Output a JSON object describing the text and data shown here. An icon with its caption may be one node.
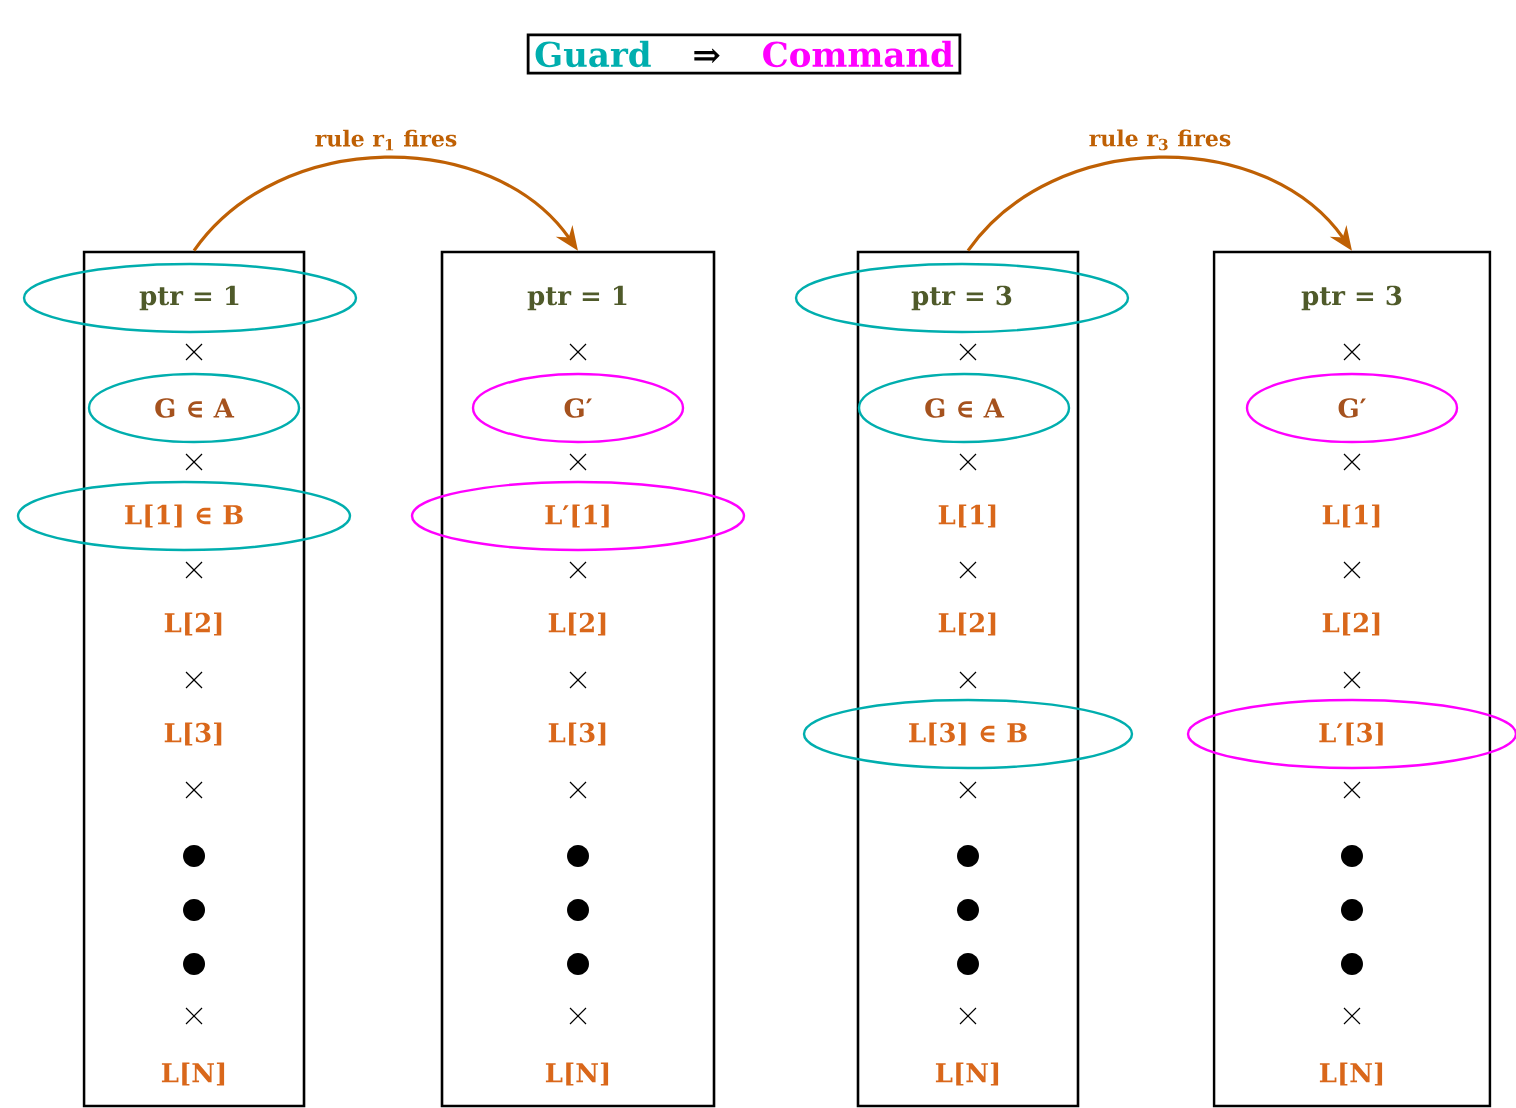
{
  "diagram": {
    "nodes": [
      {
        "text": [
          "Guard",
          "⇒",
          "Command"
        ]
      },
      {
        "text": [
          "L[2]",
          "L[3]",
          "L[N]"
        ]
      },
      {
        "text": [
          "ptr = 1"
        ]
      },
      {
        "text": [
          "G ∈ A"
        ],
        "in": 1
      },
      {
        "text": [
          "L[1] ∈ B"
        ]
      },
      {
        "text": [
          "ptr = 1",
          "L[2]",
          "L[3]",
          "L[N]"
        ]
      },
      {
        "text": [
          "G′"
        ],
        "in": 5
      },
      {
        "text": [
          "L′[1]"
        ]
      },
      {
        "text": [
          "L[1]",
          "L[2]",
          "L[N]"
        ]
      },
      {
        "text": [
          "ptr = 3"
        ]
      },
      {
        "text": [
          "G ∈ A"
        ],
        "in": 8
      },
      {
        "text": [
          "L[3] ∈ B"
        ]
      },
      {
        "text": [
          "ptr = 3",
          "L[1]",
          "L[2]",
          "L[N]"
        ]
      },
      {
        "text": [
          "G′"
        ],
        "in": 12
      },
      {
        "text": [
          "L′[3]"
        ]
      }
    ],
    "edges": [
      {
        "from": 1,
        "to": 5,
        "arrow": "to",
        "label": "rule r$_{1}$ fires"
      },
      {
        "from": 8,
        "to": 12,
        "arrow": "to",
        "label": "rule r$_{3}$ fires"
      }
    ]
  }
}
